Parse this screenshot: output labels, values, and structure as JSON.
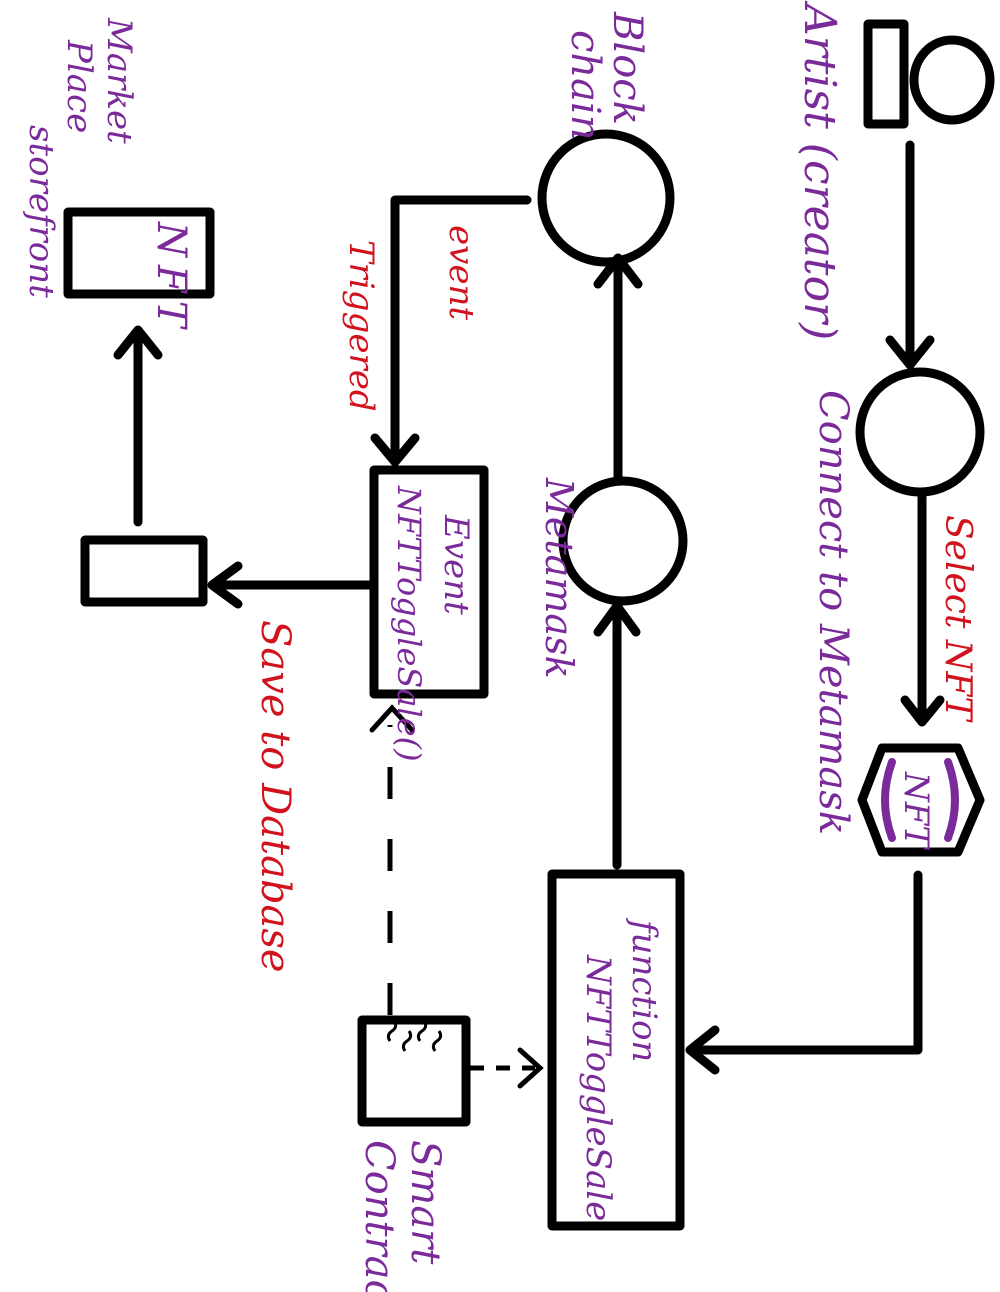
{
  "colors": {
    "ink": "#000000",
    "label": "#7b2a9a",
    "annotation": "#d0131d",
    "nft_badge": "#7b2a9a"
  },
  "actors": {
    "artist": "Artist (creator)"
  },
  "nodes": {
    "connect": "Connect to Metamask",
    "nft_badge": "NFT",
    "function_title": "function",
    "function_name": "NFTToggleSale",
    "metamask": "Metamask",
    "blockchain_1": "Block",
    "blockchain_2": "chain",
    "event_title": "Event",
    "event_name": "NFTToggleSale()",
    "smart_1": "Smart",
    "smart_2": "Contract",
    "market_1": "Market",
    "market_2": "Place",
    "market_3": "storefront",
    "nft_box": "NFT"
  },
  "edges": {
    "select_nft": "Select NFT",
    "event_emitted": "event",
    "triggered": "Triggered",
    "save_db": "Save to Database"
  }
}
